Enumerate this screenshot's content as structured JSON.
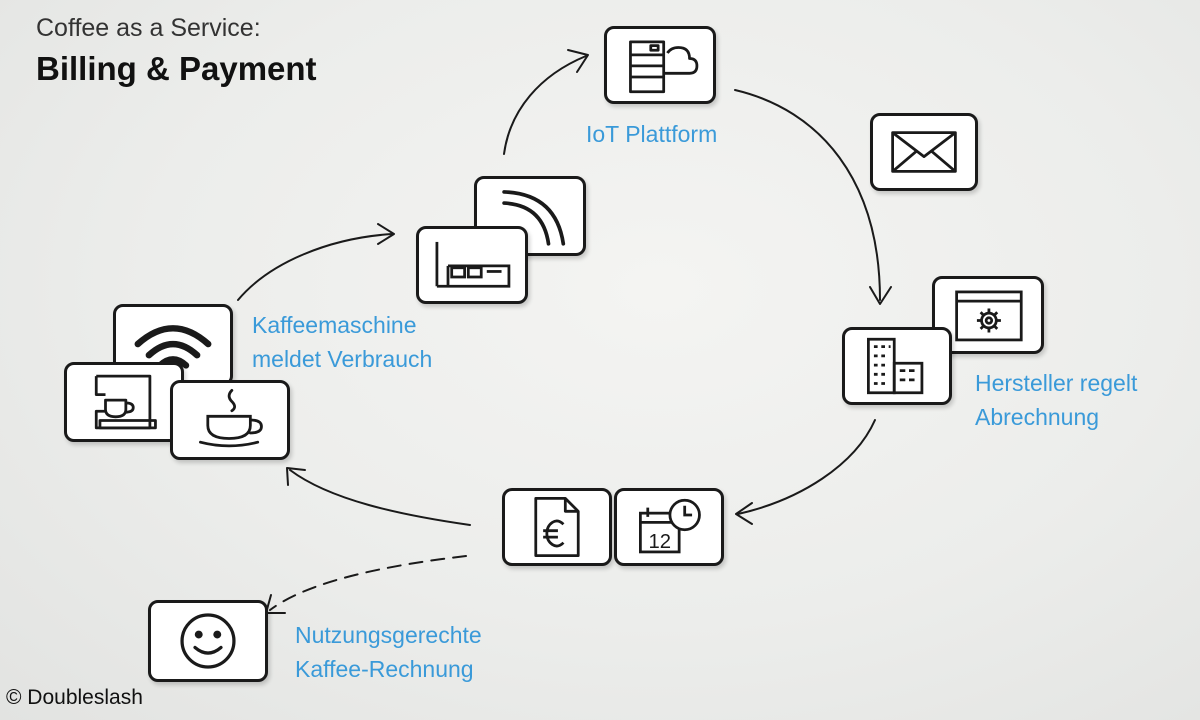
{
  "header": {
    "subtitle": "Coffee as a Service:",
    "title": "Billing & Payment"
  },
  "steps": {
    "machine": {
      "label_line1": "Kaffeemaschine",
      "label_line2": "meldet Verbrauch"
    },
    "platform": {
      "label": "IoT Plattform"
    },
    "manufacturer": {
      "label_line1": "Hersteller regelt",
      "label_line2": "Abrechnung"
    },
    "invoice": {
      "label_line1": "Nutzungsgerechte",
      "label_line2": "Kaffee-Rechnung"
    }
  },
  "icons": [
    "wifi-icon",
    "coffee-machine-icon",
    "coffee-cup-icon",
    "signal-icon",
    "sensor-device-icon",
    "server-cloud-icon",
    "envelope-icon",
    "settings-window-icon",
    "office-building-icon",
    "euro-document-icon",
    "calendar-clock-icon",
    "smiley-icon"
  ],
  "calendar_day": "12",
  "copyright": "© Doubleslash",
  "colors": {
    "label": "#3a9ad9",
    "stroke": "#1a1a1a",
    "card": "#ffffff"
  }
}
